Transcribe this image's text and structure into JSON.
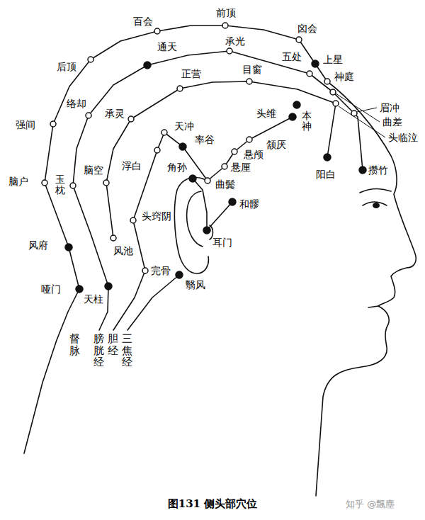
{
  "diagram": {
    "caption": "图131 侧头部穴位",
    "labels": [
      "百会",
      "前顶",
      "囟会",
      "后顶",
      "通天",
      "承光",
      "五处",
      "上星",
      "神庭",
      "络却",
      "正营",
      "目窗",
      "眉冲",
      "曲差",
      "头临泣",
      "头维",
      "本神",
      "强间",
      "承灵",
      "天冲",
      "率谷",
      "颔厌",
      "阳白",
      "悬颅",
      "浮白",
      "角孙",
      "脑空",
      "悬厘",
      "曲鬓",
      "攒竹",
      "脑户",
      "玉枕",
      "和髎",
      "头窍阴",
      "耳门",
      "风府",
      "风池",
      "完骨",
      "翳风",
      "哑门",
      "天柱",
      "督脉",
      "膀胱经",
      "胆经",
      "三焦经",
      "知乎 @飄塵"
    ]
  }
}
